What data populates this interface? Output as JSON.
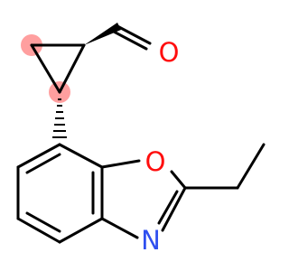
{
  "molecule": {
    "atoms": {
      "aldehyde_oxygen": {
        "label": "O",
        "color": "#ff0d0d"
      },
      "ring_oxygen": {
        "label": "O",
        "color": "#ff0d0d"
      },
      "ring_nitrogen": {
        "label": "N",
        "color": "#2f4fef"
      }
    },
    "highlight": {
      "stereocenter_color": "#ff9f9f"
    },
    "bond_color": "#000000"
  }
}
